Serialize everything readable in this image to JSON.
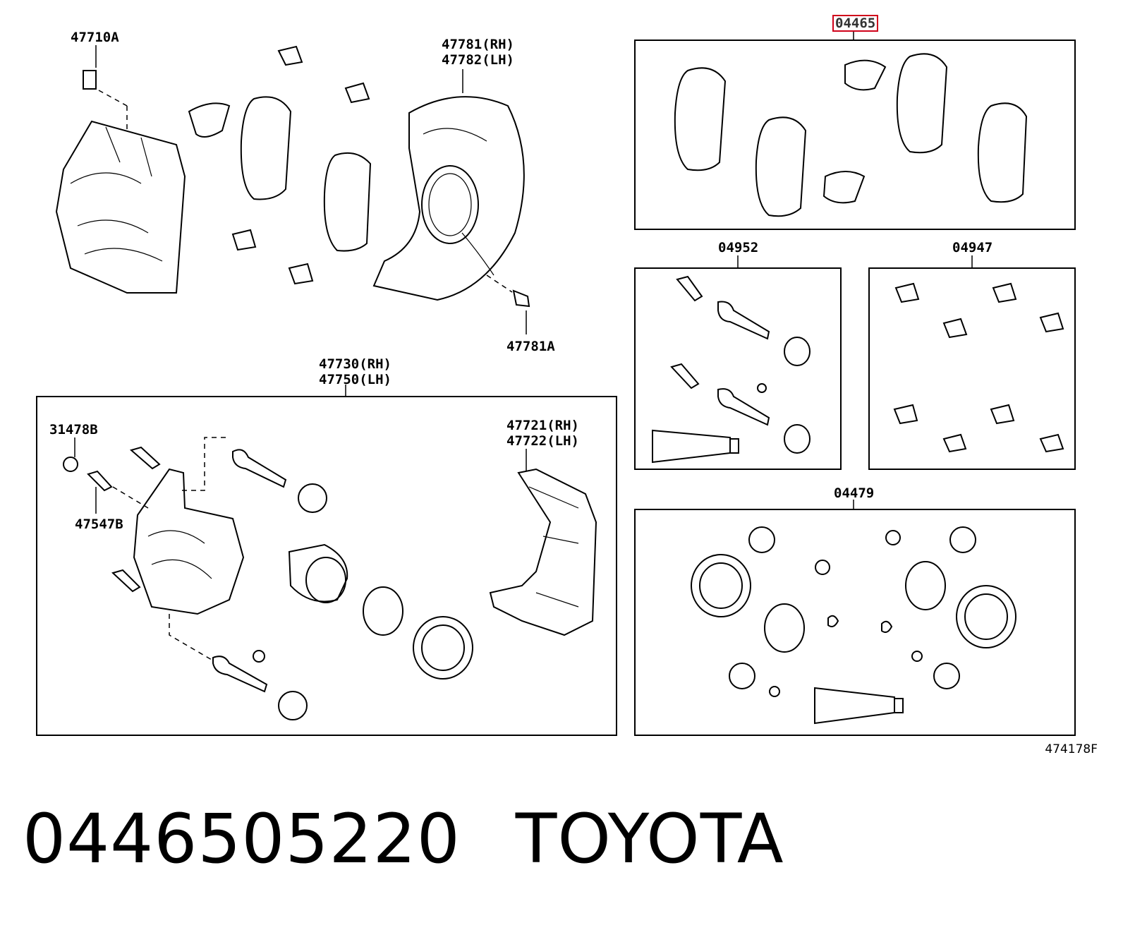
{
  "callouts": {
    "c47710A": "47710A",
    "c47781": "47781(RH)\n47782(LH)",
    "c47781A": "47781A",
    "c47730": "47730(RH)\n47750(LH)",
    "c31478B": "31478B",
    "c47547B": "47547B",
    "c47721": "47721(RH)\n47722(LH)",
    "c04465": "04465",
    "c04952": "04952",
    "c04947": "04947",
    "c04479": "04479"
  },
  "drawing_id": "474178F",
  "footer": {
    "part_number": "0446505220",
    "brand": "TOYOTA"
  },
  "colors": {
    "line": "#000000",
    "highlight_box": "#d0021b"
  }
}
